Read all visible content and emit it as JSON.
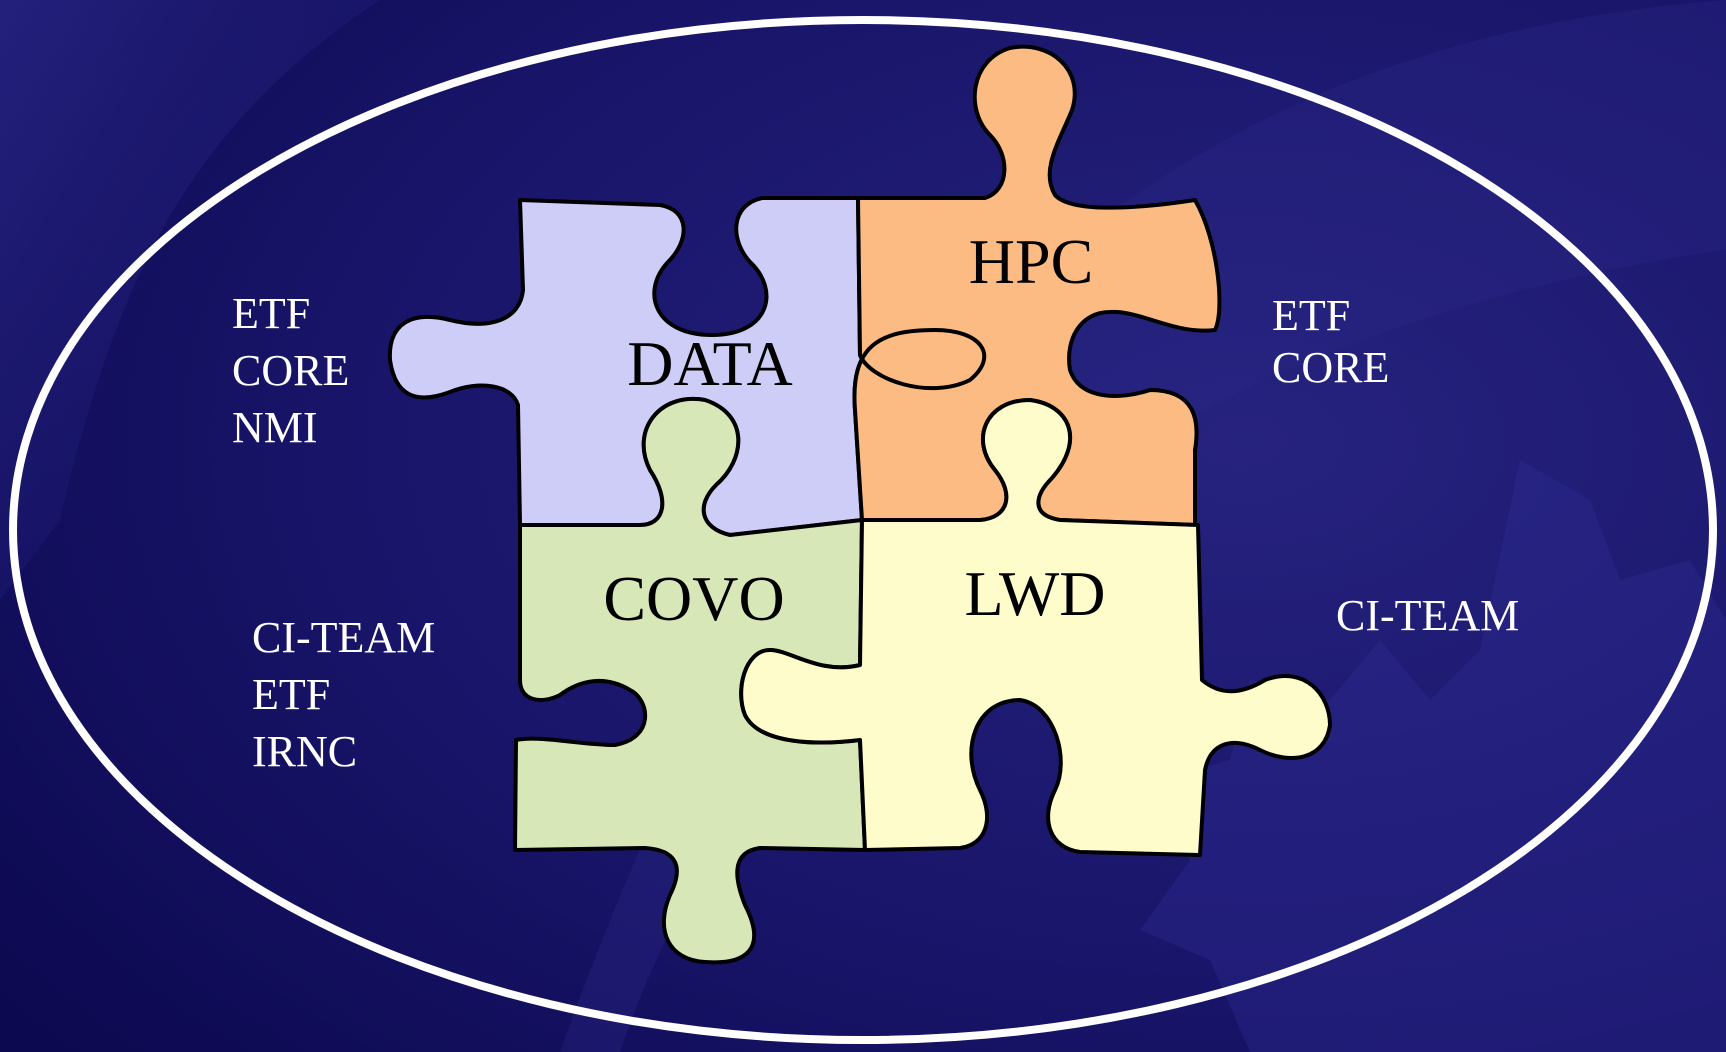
{
  "colors": {
    "background": "#0f0b55",
    "ellipse_stroke": "#ffffff",
    "side_text": "#ffffff",
    "piece_text": "#000000",
    "outline": "#000000"
  },
  "pieces": [
    {
      "key": "data",
      "label": "DATA",
      "fill": "#cdcdf8"
    },
    {
      "key": "hpc",
      "label": "HPC",
      "fill": "#fdbb84"
    },
    {
      "key": "covo",
      "label": "COVO",
      "fill": "#d7e7b8"
    },
    {
      "key": "lwd",
      "label": "LWD",
      "fill": "#fefccb"
    }
  ],
  "side_groups": [
    {
      "key": "top-left",
      "lines": [
        "ETF",
        "CORE",
        "NMI"
      ]
    },
    {
      "key": "top-right",
      "lines": [
        "ETF",
        "CORE"
      ]
    },
    {
      "key": "bottom-left",
      "lines": [
        "CI-TEAM",
        "ETF",
        "IRNC"
      ]
    },
    {
      "key": "bottom-right",
      "lines": [
        "CI-TEAM"
      ]
    }
  ]
}
